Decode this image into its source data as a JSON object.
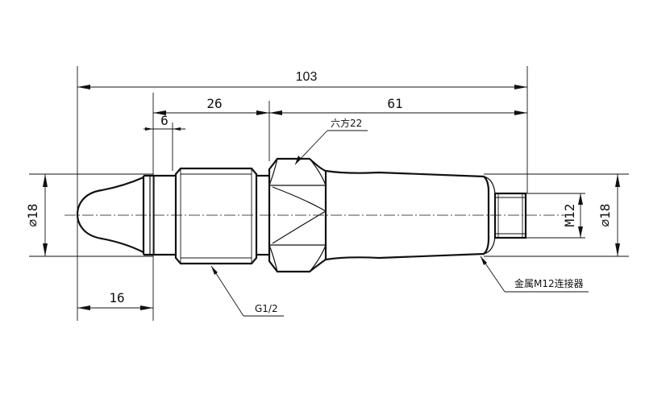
{
  "dimensions": {
    "overall_length": "103",
    "body_length": "26",
    "tail_length": "61",
    "groove_width": "6",
    "probe_length": "16",
    "probe_diameter": "⌀18",
    "right_diameter": "⌀18",
    "connector_thread": "M12"
  },
  "callouts": {
    "hex": "六方22",
    "thread": "G1/2",
    "connector": "金属M12连接器"
  }
}
